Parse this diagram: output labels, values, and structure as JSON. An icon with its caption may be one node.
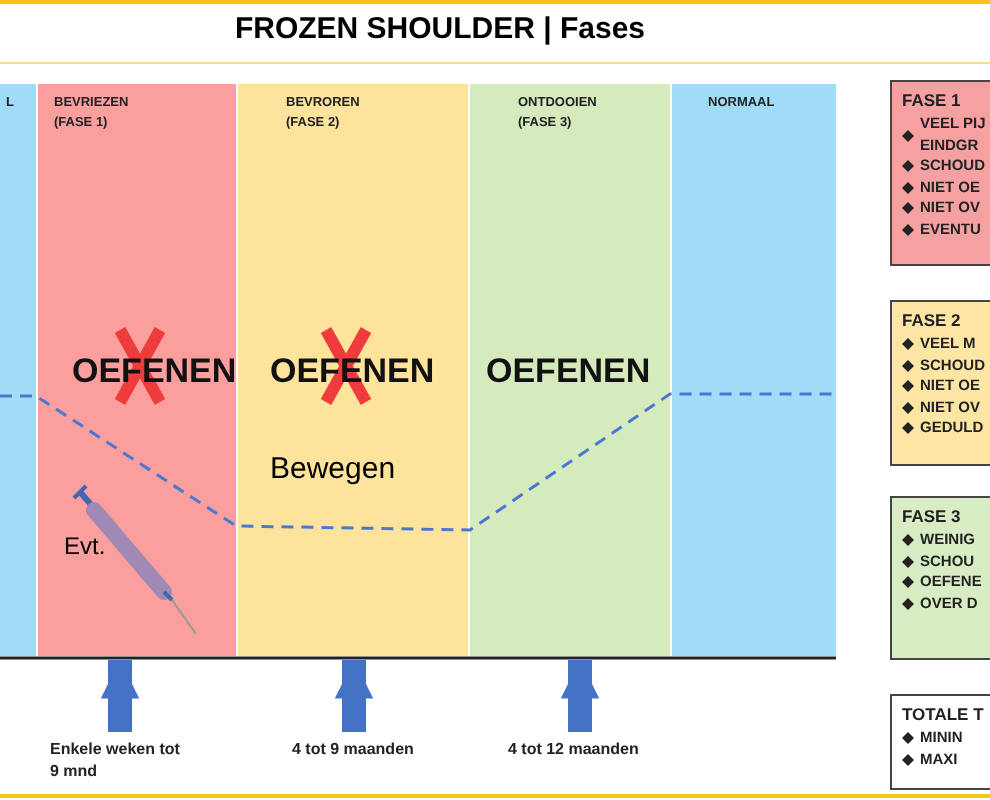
{
  "diagram": {
    "title": "FROZEN SHOULDER | Fases",
    "nodes": [
      {
        "text": [
          "L"
        ]
      },
      {
        "text": [
          "BEVRIEZEN",
          "(FASE 1)",
          "OEFENEN",
          "Evt."
        ]
      },
      {
        "text": [
          "BEVROREN",
          "(FASE 2)",
          "OEFENEN",
          "Bewegen"
        ]
      },
      {
        "text": [
          "ONTDOOIEN",
          "(FASE 3)",
          "OEFENEN"
        ]
      },
      {
        "text": [
          "NORMAAL"
        ]
      },
      {
        "text": [
          "Enkele weken tot 9 mnd"
        ]
      },
      {
        "text": [
          "4 tot 9 maanden"
        ]
      },
      {
        "text": [
          "4 tot 12 maanden"
        ]
      },
      {
        "text": [
          "FASE 1",
          "VEEL PIJ EINDGR",
          "SCHOUD",
          "NIET OE",
          "NIET OV",
          "EVENTU"
        ]
      },
      {
        "text": [
          "FASE 2",
          "VEEL M",
          "SCHOUD",
          "NIET OE",
          "NIET OV",
          "GEDULD"
        ]
      },
      {
        "text": [
          "FASE 3",
          "WEINIG",
          "SCHOU",
          "OEFENE",
          "OVER D"
        ]
      },
      {
        "text": [
          "TOTALE T",
          "MININ",
          "MAXI"
        ]
      }
    ],
    "edges": [
      {
        "from": 5,
        "to": 1,
        "arrow": "to"
      },
      {
        "from": 6,
        "to": 2,
        "arrow": "to"
      },
      {
        "from": 7,
        "to": 3,
        "arrow": "to"
      }
    ]
  }
}
